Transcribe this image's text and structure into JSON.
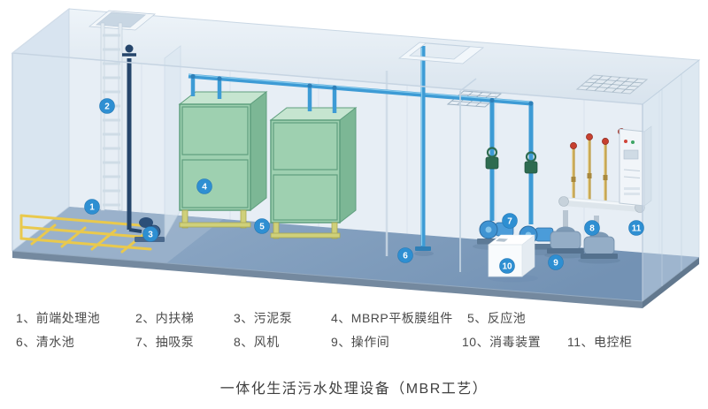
{
  "title": "一体化生活污水处理设备（MBR工艺）",
  "palette": {
    "badge_blue": "#2e8fd2",
    "pipe_blue": "#3d9bd5",
    "membrane_green": "#9ed0b0",
    "floor_blue": "#7e9cbe",
    "aeration_yellow": "#e9c94d"
  },
  "badges": [
    "1",
    "2",
    "3",
    "4",
    "5",
    "6",
    "7",
    "8",
    "9",
    "10",
    "11"
  ],
  "legend": {
    "row1": [
      {
        "text": "1、前端处理池"
      },
      {
        "text": "2、内扶梯"
      },
      {
        "text": "3、污泥泵"
      },
      {
        "text": "4、MBRP平板膜组件"
      },
      {
        "text": "5、反应池"
      }
    ],
    "row2": [
      {
        "text": "6、清水池"
      },
      {
        "text": "7、抽吸泵"
      },
      {
        "text": "8、风机"
      },
      {
        "text": "9、操作间"
      },
      {
        "text": "10、消毒装置"
      },
      {
        "text": "11、电控柜"
      }
    ]
  }
}
